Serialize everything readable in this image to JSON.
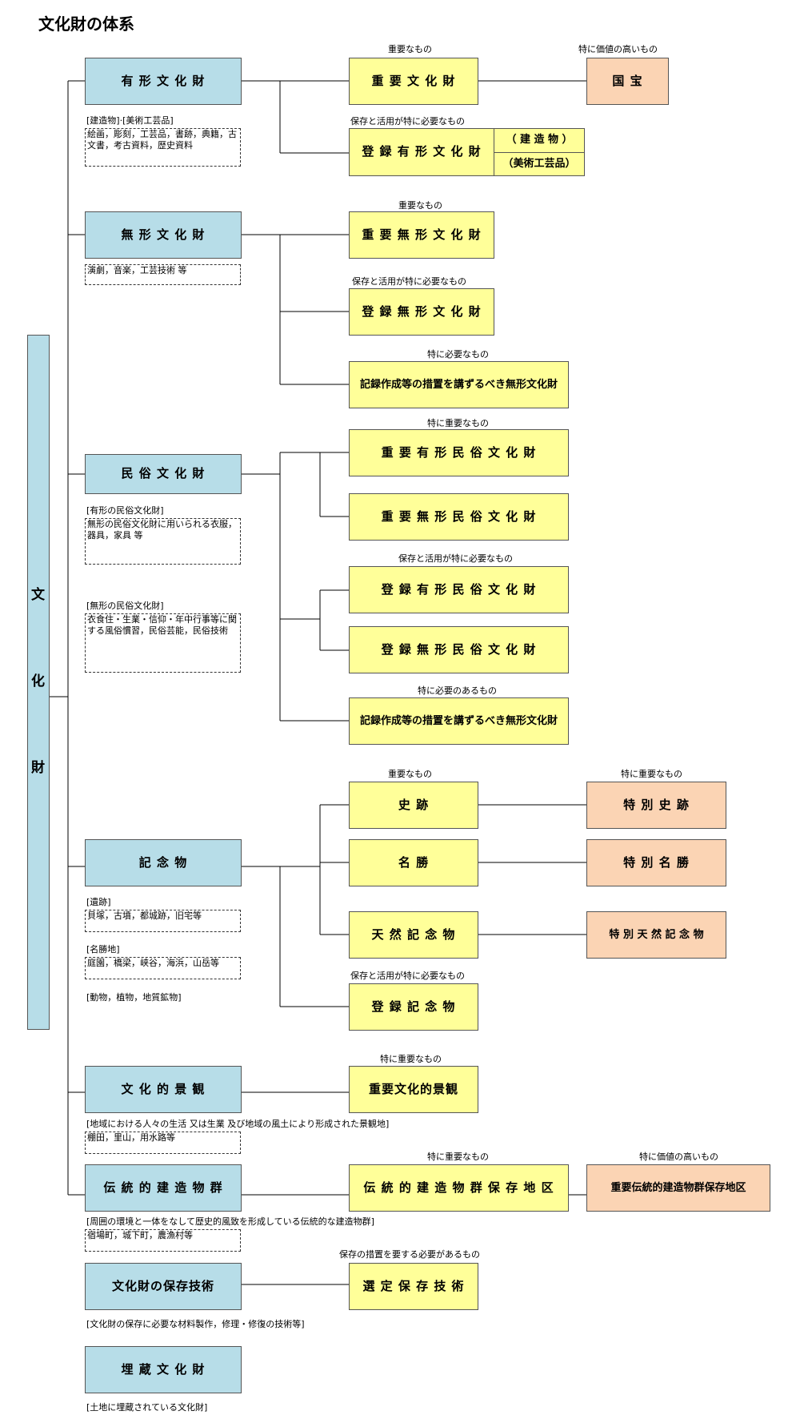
{
  "title": "文化財の体系",
  "root": "文化財",
  "categories": {
    "tangible": "有 形 文 化 財",
    "intangible": "無 形 文 化 財",
    "folk": "民 俗 文 化 財",
    "monument": "記 念 物",
    "landscape": "文 化 的 景 観",
    "buildings": "伝 統 的 建 造 物 群",
    "techniques": "文化財の保存技術",
    "buried": "埋 蔵 文 化 財"
  },
  "designations": {
    "important_tangible": "重 要 文 化 財",
    "national_treasure": "国 宝",
    "registered_tangible": "登 録 有 形 文 化 財",
    "registered_tangible_building": "（ 建 造 物 ）",
    "registered_tangible_art": "（美術工芸品）",
    "important_intangible": "重 要 無 形 文 化 財",
    "registered_intangible": "登 録 無 形 文 化 財",
    "record_intangible": "記録作成等の措置を講ずるべき無形文化財",
    "important_tangible_folk": "重 要 有 形 民 俗 文 化 財",
    "important_intangible_folk": "重 要 無 形 民 俗 文 化 財",
    "registered_tangible_folk": "登 録 有 形 民 俗 文 化 財",
    "registered_intangible_folk": "登 録 無 形 民 俗 文 化 財",
    "record_intangible_folk": "記録作成等の措置を講ずるべき無形文化財",
    "historic_site": "史 跡",
    "special_historic_site": "特 別 史 跡",
    "scenic_beauty": "名 勝",
    "special_scenic_beauty": "特 別 名 勝",
    "natural_monument": "天 然 記 念 物",
    "special_natural_monument": "特 別 天 然 記 念 物",
    "registered_monument": "登 録 記 念 物",
    "important_landscape": "重要文化的景観",
    "preservation_district": "伝 統 的 建 造 物 群 保 存 地 区",
    "important_preservation_district": "重要伝統的建造物群保存地区",
    "selected_technique": "選 定 保 存 技 術"
  },
  "labels": {
    "important": "重要なもの",
    "high_value": "特に価値の高いもの",
    "preserve_use": "保存と活用が特に必要なもの",
    "especially_needed": "特に必要なもの",
    "especially_important": "特に重要なもの",
    "especially_needed_aru": "特に必要のあるもの",
    "preservation_measures": "保存の措置を要する必要があるもの"
  },
  "notes": {
    "tangible_head": "[建造物]·[美術工芸品]",
    "tangible_body": "絵画，彫刻，工芸品，書跡，典籍，古文書，考古資料，歴史資料",
    "intangible_body": "演劇，音楽，工芸技術 等",
    "folk_tangible_head": "[有形の民俗文化財]",
    "folk_tangible_body": "無形の民俗文化財に用いられる衣服，器具，家具 等",
    "folk_intangible_head": "[無形の民俗文化財]",
    "folk_intangible_body": "衣食住・生業・信仰・年中行事等に関する風俗慣習，民俗芸能，民俗技術",
    "ruins_head": "[遺跡]",
    "ruins_body": "貝塚，古墳，都城跡，旧宅等",
    "scenic_head": "[名勝地]",
    "scenic_body": "庭園，橋梁，峡谷，海浜，山岳等",
    "flora_head": "[動物，植物，地質鉱物]",
    "landscape_head": "[地域における人々の生活 又は生業 及び地域の風土により形成された景観地]",
    "landscape_body": "棚田，里山，用水路等",
    "buildings_head": "[周囲の環境と一体をなして歴史的風致を形成している伝統的な建造物群]",
    "buildings_body": "宿場町，城下町，農漁村等",
    "techniques_head": "[文化財の保存に必要な材料製作，修理・修復の技術等]",
    "buried_head": "[土地に埋蔵されている文化財]"
  },
  "colors": {
    "category": "#b7dde8",
    "designation": "#ffff99",
    "special": "#fbd4b4"
  }
}
